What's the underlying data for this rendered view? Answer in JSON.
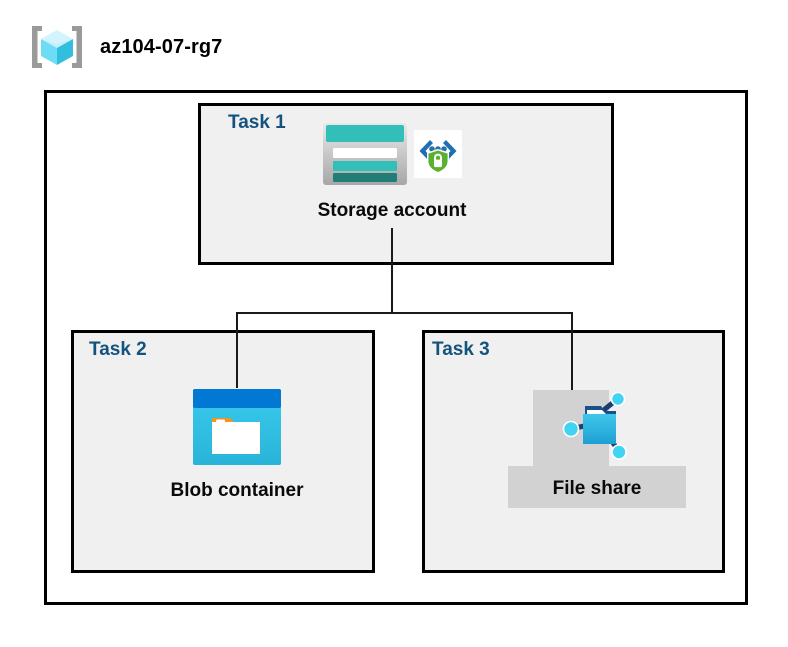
{
  "header": {
    "icon": "resource-group-icon",
    "title": "az104-07-rg7"
  },
  "diagram": {
    "container_name": "resource-group-boundary",
    "tasks": [
      {
        "id": "task1",
        "label": "Task 1",
        "resource_label": "Storage account",
        "icons": [
          "storage-account-icon",
          "private-endpoint-icon"
        ],
        "highlighted": false
      },
      {
        "id": "task2",
        "label": "Task 2",
        "resource_label": "Blob container",
        "icons": [
          "blob-container-icon"
        ],
        "highlighted": false
      },
      {
        "id": "task3",
        "label": "Task 3",
        "resource_label": "File share",
        "icons": [
          "file-share-icon"
        ],
        "highlighted": true
      }
    ],
    "connections": [
      {
        "from": "Storage account",
        "to": "Blob container"
      },
      {
        "from": "Storage account",
        "to": "File share"
      }
    ]
  },
  "colors": {
    "task_label": "#15537F",
    "box_fill": "#F0F0F0",
    "box_border": "#000000",
    "connector": "#1A1A1A",
    "highlight_backdrop": "#D2D2D2",
    "storage_teal": "#32BFBA",
    "storage_teal_dark": "#207E76",
    "blob_blue": "#0078D4",
    "blob_cyan": "#32BEDD",
    "blob_orange": "#F7941E",
    "fileshare_cyan": "#32BEDD",
    "fileshare_blue": "#0078D4",
    "shield_green": "#5AB030",
    "cube_cyan": "#5BD7F5",
    "bracket_gray": "#9A9A9A"
  }
}
